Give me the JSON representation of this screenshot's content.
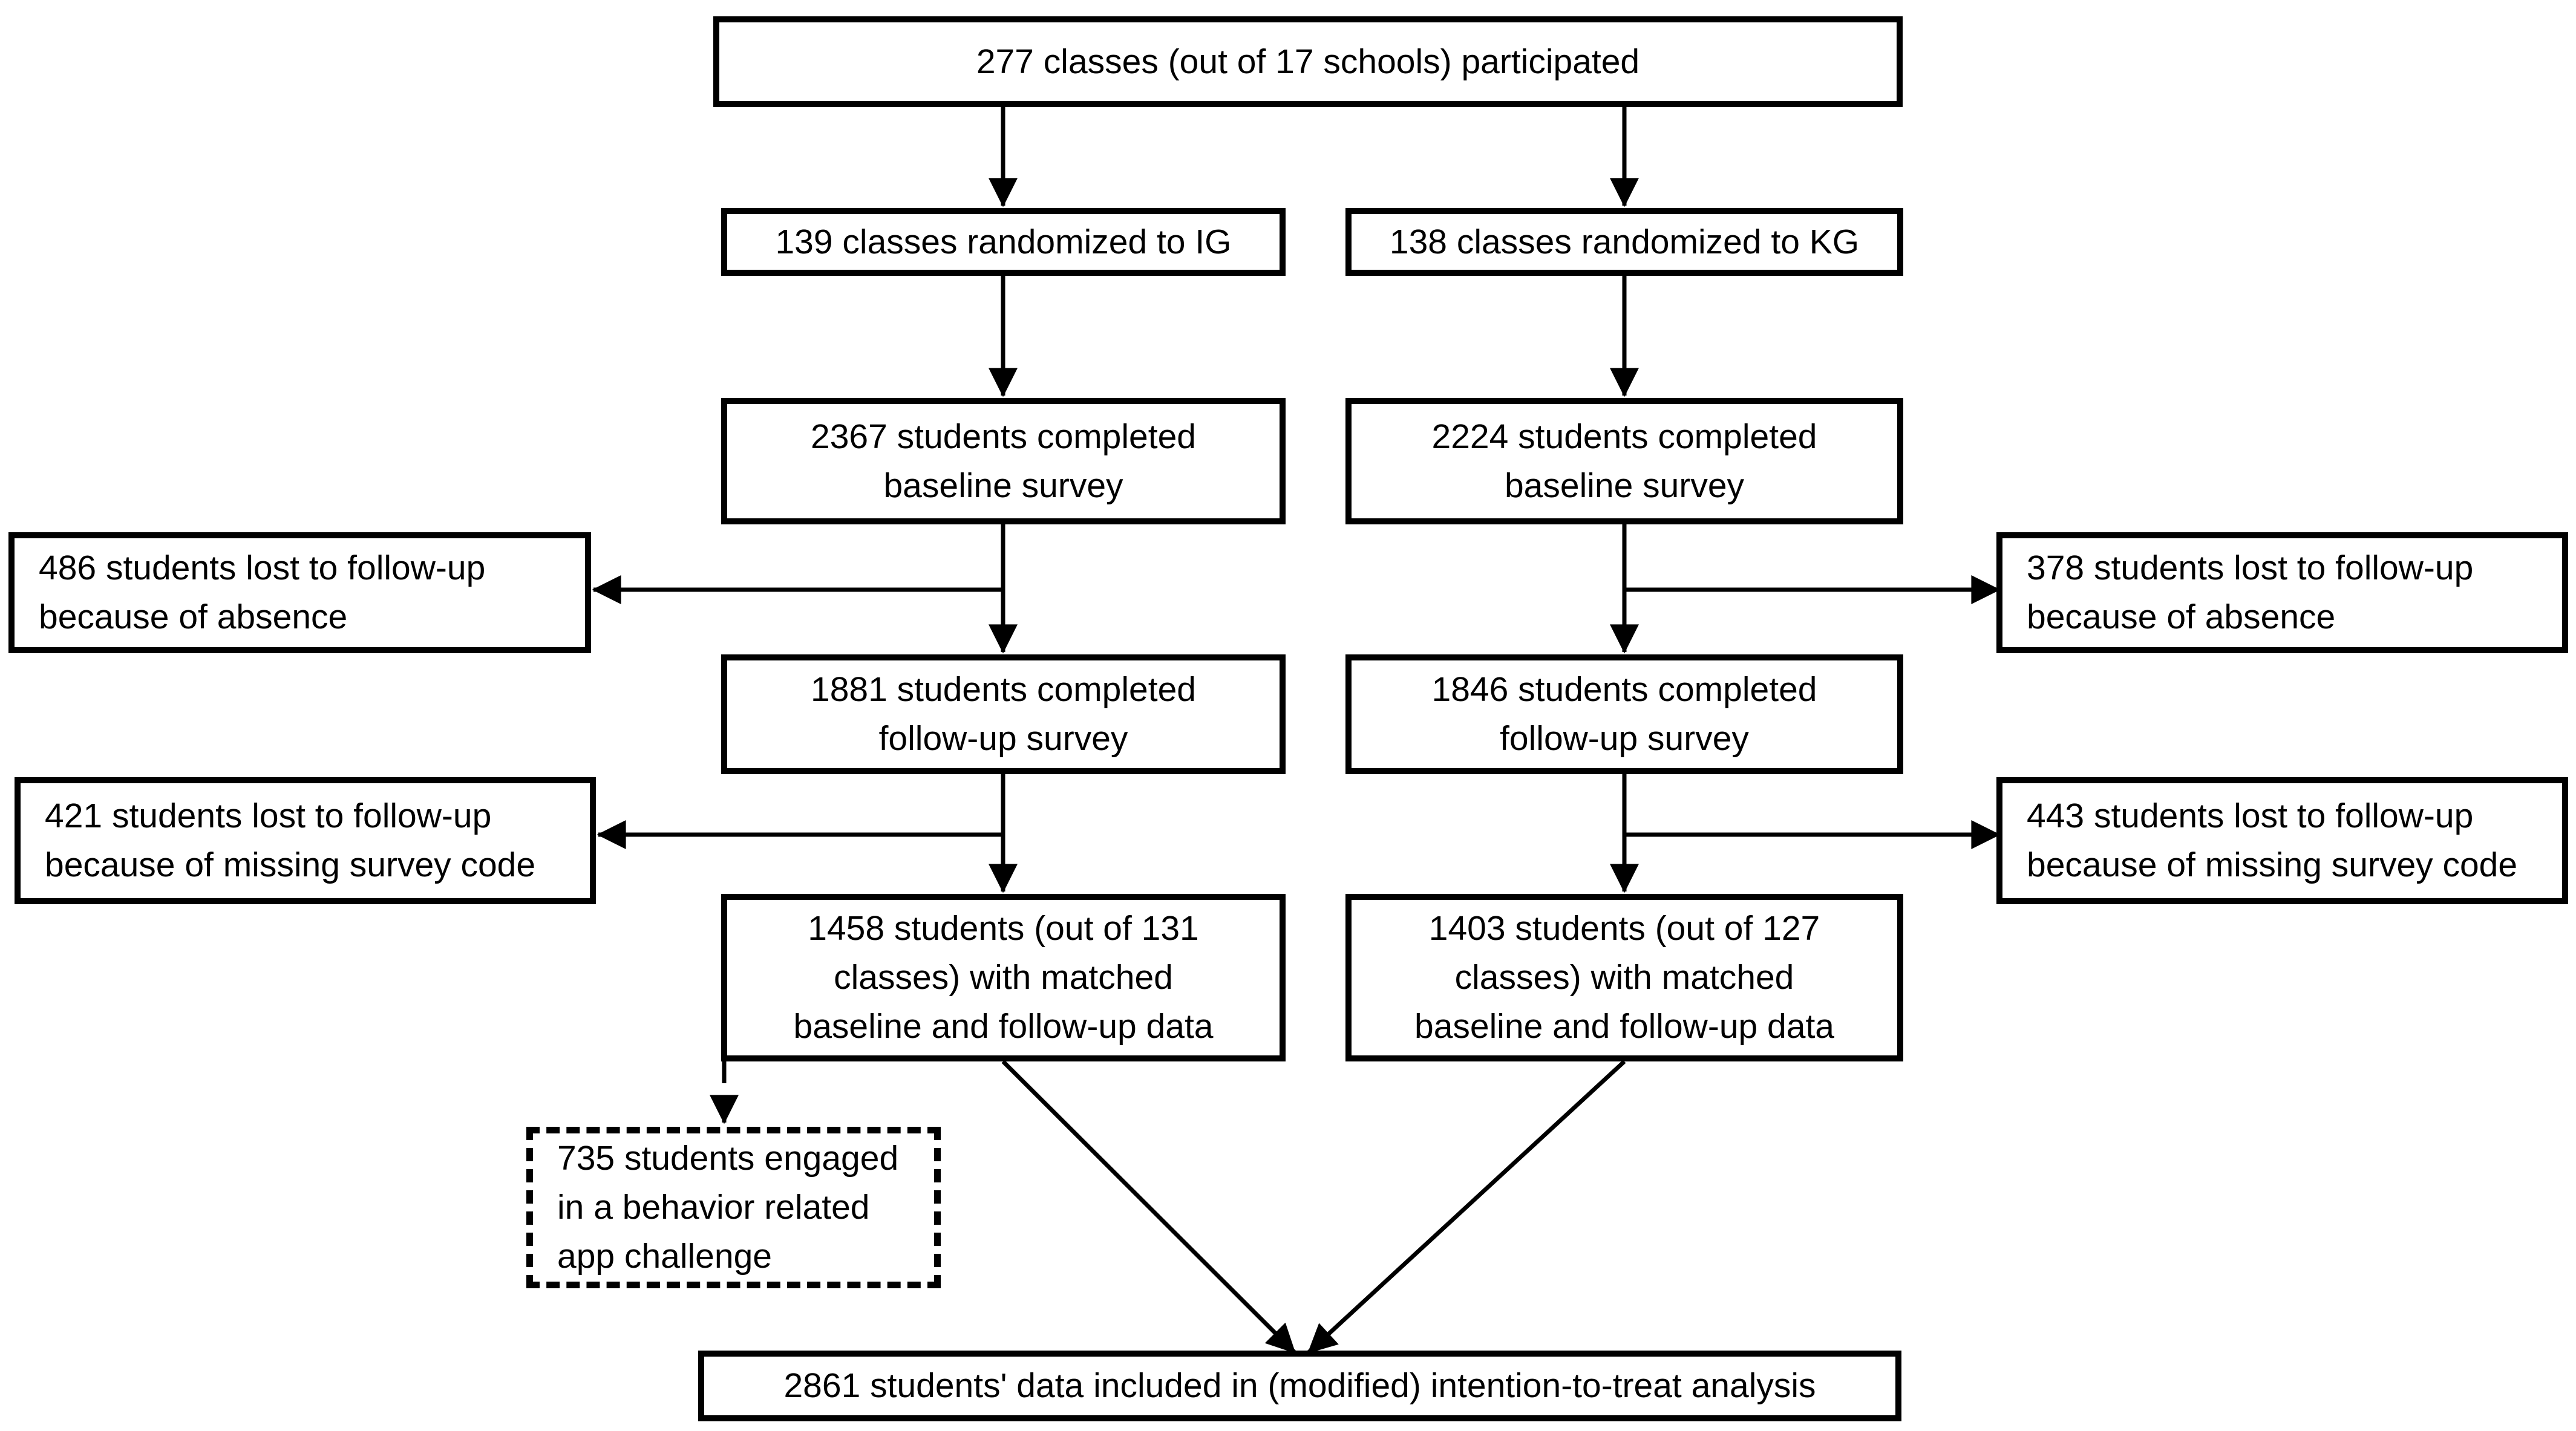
{
  "diagram_type": "study participant flow chart",
  "colors": {
    "line": "#000000",
    "text": "#000000",
    "box_border": "#000000",
    "box_background": "#ffffff",
    "page_background": "#ffffff"
  },
  "nodes": {
    "participated": {
      "lines": [
        "277 classes (out of 17 schools) participated"
      ]
    },
    "randomized_ig": {
      "lines": [
        "139 classes randomized to IG"
      ]
    },
    "randomized_kg": {
      "lines": [
        "138 classes randomized to KG"
      ]
    },
    "baseline_ig": {
      "lines": [
        "2367 students completed",
        "baseline survey"
      ]
    },
    "baseline_kg": {
      "lines": [
        "2224 students completed",
        "baseline survey"
      ]
    },
    "lost_absence_ig": {
      "lines": [
        "486 students lost to follow-up",
        "because of absence"
      ]
    },
    "lost_absence_kg": {
      "lines": [
        "378 students lost to follow-up",
        "because of absence"
      ]
    },
    "followup_ig": {
      "lines": [
        "1881 students completed",
        "follow-up survey"
      ]
    },
    "followup_kg": {
      "lines": [
        "1846 students completed",
        "follow-up survey"
      ]
    },
    "lost_code_ig": {
      "lines": [
        "421 students lost to follow-up",
        "because of missing survey code"
      ]
    },
    "lost_code_kg": {
      "lines": [
        "443 students lost to follow-up",
        "because of missing survey code"
      ]
    },
    "matched_ig": {
      "lines": [
        "1458 students (out of 131",
        "classes) with matched",
        "baseline and follow-up data"
      ]
    },
    "matched_kg": {
      "lines": [
        "1403 students (out of 127",
        "classes) with matched",
        "baseline and follow-up data"
      ]
    },
    "app_challenge": {
      "lines": [
        "735 students engaged",
        "in a behavior related",
        "app challenge"
      ]
    },
    "analysis": {
      "lines": [
        "2861 students' data included in (modified) intention-to-treat analysis"
      ]
    }
  },
  "edges": [
    {
      "from": "participated",
      "to": "randomized_ig",
      "style": "solid"
    },
    {
      "from": "participated",
      "to": "randomized_kg",
      "style": "solid"
    },
    {
      "from": "randomized_ig",
      "to": "baseline_ig",
      "style": "solid"
    },
    {
      "from": "randomized_kg",
      "to": "baseline_kg",
      "style": "solid"
    },
    {
      "from": "baseline_ig",
      "to": "followup_ig",
      "style": "solid"
    },
    {
      "from": "baseline_ig",
      "to": "lost_absence_ig",
      "style": "solid"
    },
    {
      "from": "baseline_kg",
      "to": "followup_kg",
      "style": "solid"
    },
    {
      "from": "baseline_kg",
      "to": "lost_absence_kg",
      "style": "solid"
    },
    {
      "from": "followup_ig",
      "to": "matched_ig",
      "style": "solid"
    },
    {
      "from": "followup_ig",
      "to": "lost_code_ig",
      "style": "solid"
    },
    {
      "from": "followup_kg",
      "to": "matched_kg",
      "style": "solid"
    },
    {
      "from": "followup_kg",
      "to": "lost_code_kg",
      "style": "solid"
    },
    {
      "from": "matched_ig",
      "to": "app_challenge",
      "style": "dashed"
    },
    {
      "from": "matched_ig",
      "to": "analysis",
      "style": "solid"
    },
    {
      "from": "matched_kg",
      "to": "analysis",
      "style": "solid"
    }
  ]
}
